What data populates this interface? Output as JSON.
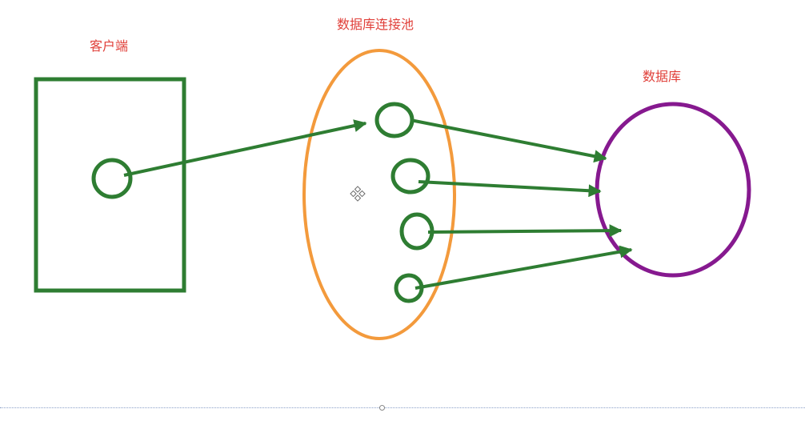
{
  "labels": {
    "client": "客户端",
    "pool": "数据库连接池",
    "database": "数据库"
  },
  "icons": {
    "move_handle": "move-handle-icon",
    "guide_handle": "guide-handle-icon"
  },
  "colors": {
    "client_box": "#2e7d32",
    "pool_ellipse": "#f39a3c",
    "database_circle": "#86198f",
    "connection": "#2e7d32",
    "arrow": "#2e7d32",
    "label_text": "#e0403a"
  }
}
